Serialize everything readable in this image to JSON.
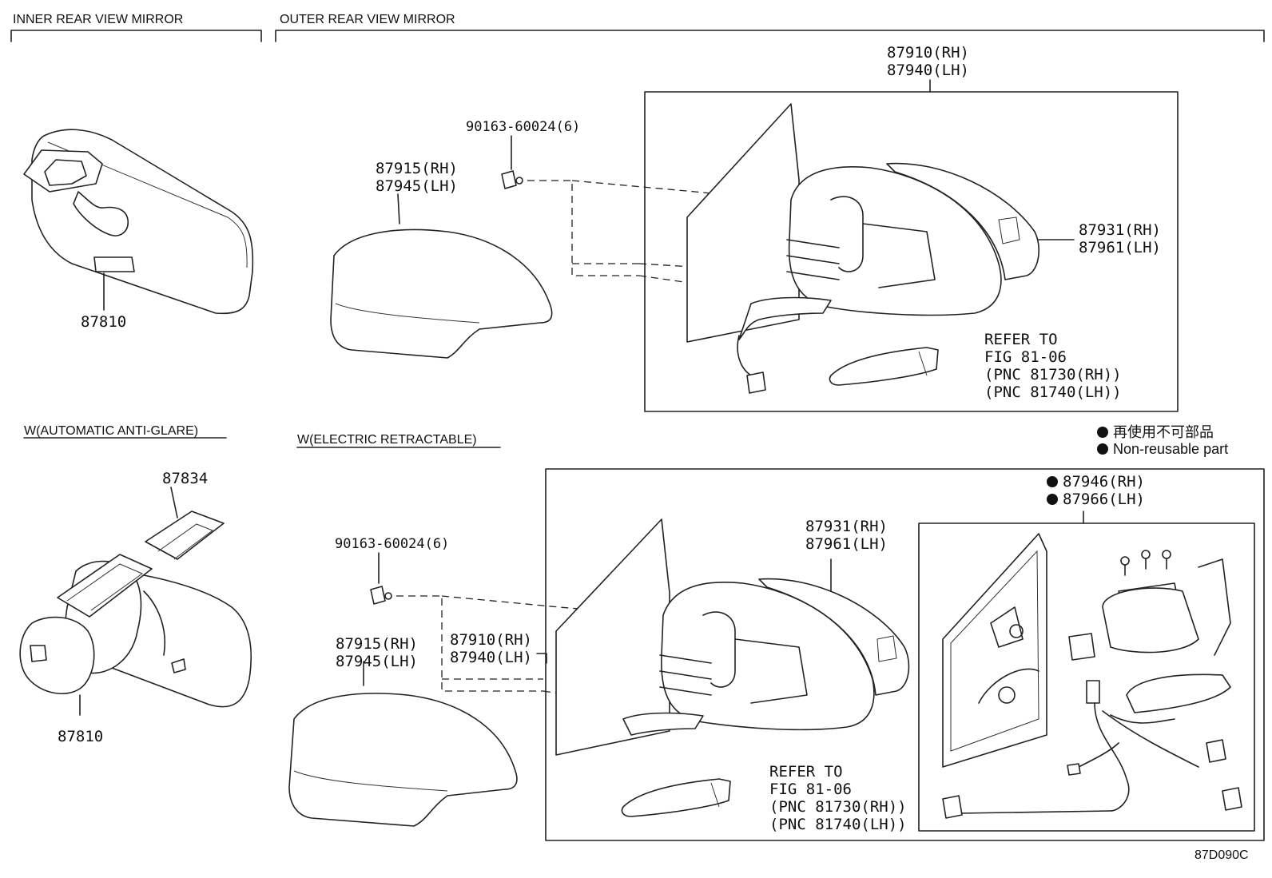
{
  "sections": {
    "inner": "INNER REAR VIEW MIRROR",
    "outer": "OUTER REAR VIEW MIRROR",
    "anti_glare": "W(AUTOMATIC ANTI-GLARE)",
    "electric": "W(ELECTRIC RETRACTABLE)"
  },
  "parts": {
    "p87810_a": "87810",
    "p87810_b": "87810",
    "p87834": "87834",
    "screw_a": "90163-60024(6)",
    "screw_b": "90163-60024(6)",
    "cover_a_rh": "87915(RH)",
    "cover_a_lh": "87945(LH)",
    "cover_b_rh": "87915(RH)",
    "cover_b_lh": "87945(LH)",
    "assy_a_rh": "87910(RH)",
    "assy_a_lh": "87940(LH)",
    "assy_b_rh": "87910(RH)",
    "assy_b_lh": "87940(LH)",
    "housing_a_rh": "87931(RH)",
    "housing_a_lh": "87961(LH)",
    "housing_b_rh": "87931(RH)",
    "housing_b_lh": "87961(LH)",
    "retract_rh": "87946(RH)",
    "retract_lh": "87966(LH)"
  },
  "refer": {
    "line1": "REFER TO",
    "line2": "FIG 81-06",
    "line3": "(PNC 81730(RH))",
    "line4": "(PNC 81740(LH))"
  },
  "legend": {
    "jp": "再使用不可部品",
    "en": "Non-reusable part"
  },
  "diagram_code": "87D090C"
}
